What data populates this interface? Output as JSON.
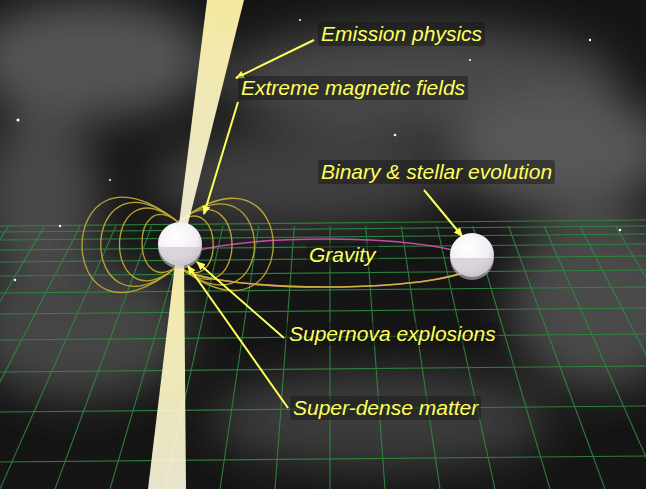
{
  "diagram": {
    "labels": [
      "Emission physics",
      "Extreme magnetic fields",
      "Binary & stellar evolution",
      "Gravity",
      "Supernova explosions",
      "Super-dense matter"
    ]
  }
}
